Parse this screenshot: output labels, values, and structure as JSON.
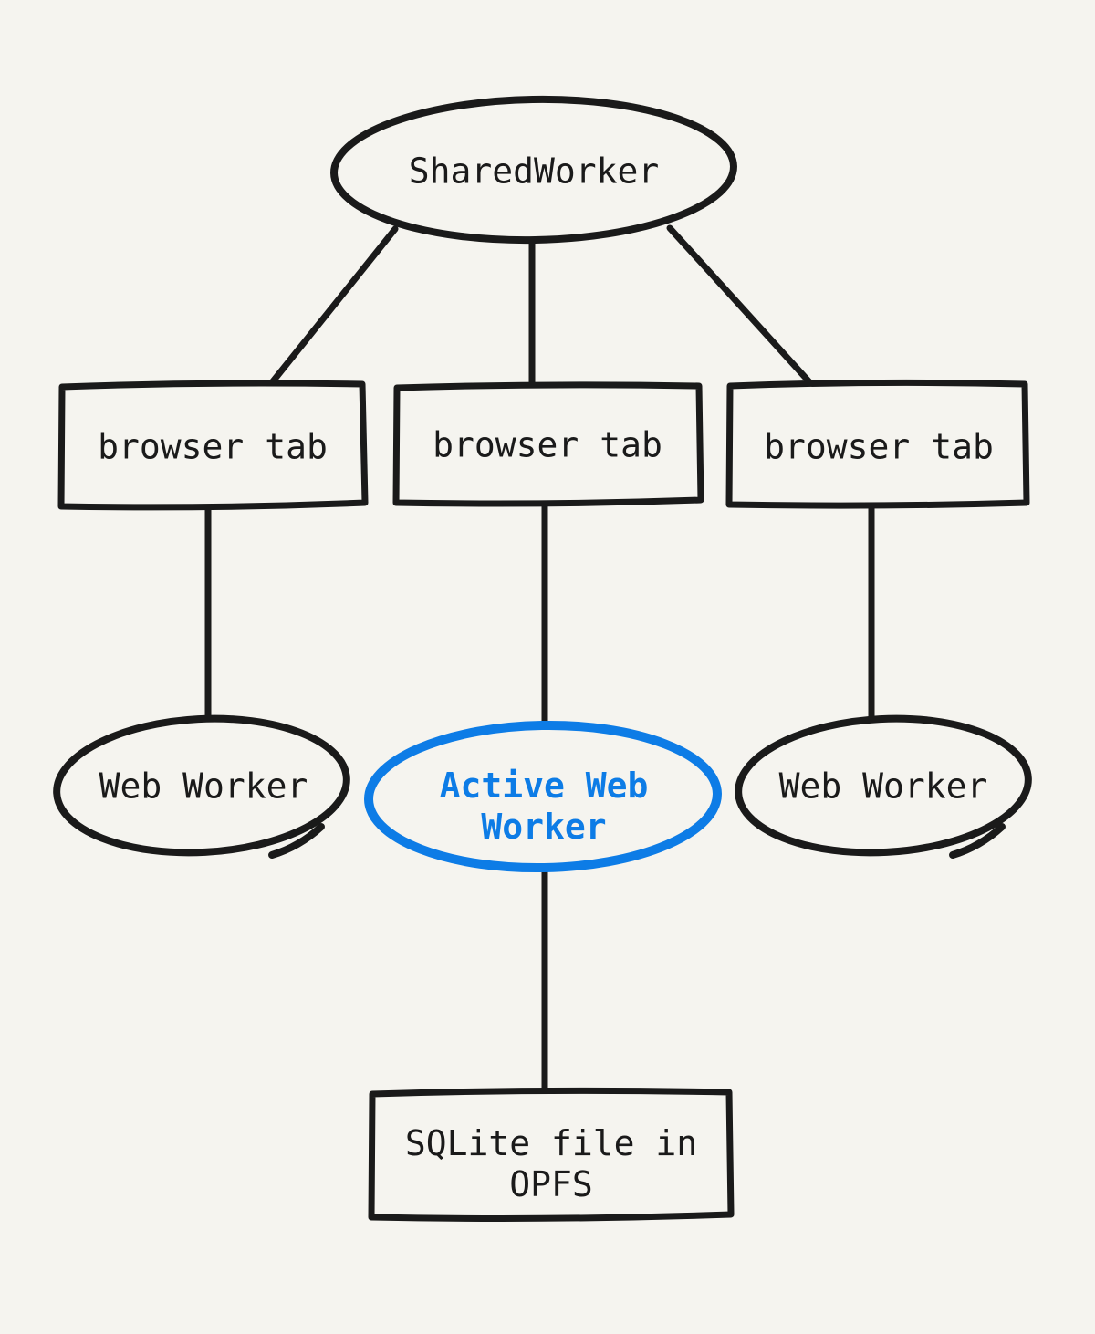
{
  "colors": {
    "background": "#f5f4ef",
    "ink": "#1a1a1a",
    "accent": "#0d7ce6"
  },
  "nodes": {
    "shared_worker": {
      "shape": "ellipse",
      "label": "SharedWorker"
    },
    "browser_tab_left": {
      "shape": "rectangle",
      "label": "browser tab"
    },
    "browser_tab_center": {
      "shape": "rectangle",
      "label": "browser tab"
    },
    "browser_tab_right": {
      "shape": "rectangle",
      "label": "browser tab"
    },
    "web_worker_left": {
      "shape": "ellipse",
      "label": "Web Worker"
    },
    "active_web_worker": {
      "shape": "ellipse",
      "label": "Active Web Worker",
      "line1": "Active Web",
      "line2": "Worker",
      "accent": true
    },
    "web_worker_right": {
      "shape": "ellipse",
      "label": "Web Worker"
    },
    "sqlite_file": {
      "shape": "rectangle",
      "label": "SQLite file in OPFS",
      "line1": "SQLite file in",
      "line2": "OPFS"
    }
  },
  "edges": [
    {
      "from": "shared_worker",
      "to": "browser_tab_left"
    },
    {
      "from": "shared_worker",
      "to": "browser_tab_center"
    },
    {
      "from": "shared_worker",
      "to": "browser_tab_right"
    },
    {
      "from": "browser_tab_left",
      "to": "web_worker_left"
    },
    {
      "from": "browser_tab_center",
      "to": "active_web_worker"
    },
    {
      "from": "browser_tab_right",
      "to": "web_worker_right"
    },
    {
      "from": "active_web_worker",
      "to": "sqlite_file"
    }
  ]
}
